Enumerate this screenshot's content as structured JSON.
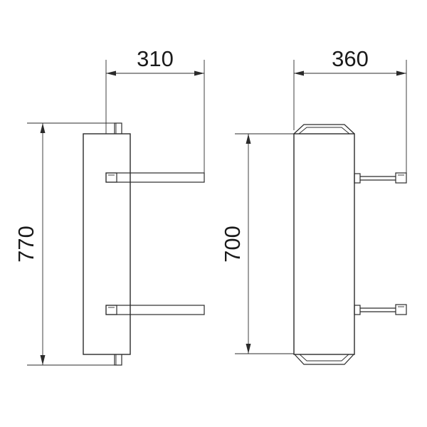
{
  "left_view": {
    "width_dimension": "310",
    "height_dimension": "770"
  },
  "right_view": {
    "width_dimension": "360",
    "height_dimension": "700"
  },
  "colors": {
    "line": "#2b2b2b",
    "background": "#ffffff"
  }
}
